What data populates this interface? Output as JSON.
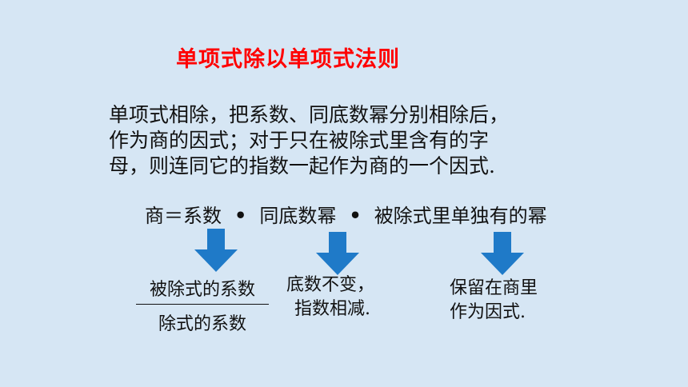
{
  "title": "单项式除以单项式法则",
  "rule": {
    "lines": [
      "单项式相除，把系数、同底数幂分别相除后，",
      "作为商的因式；对于只在被除式里含有的字",
      "母，则连同它的指数一起作为商的一个因式."
    ]
  },
  "formula": {
    "lhs": "商＝系数",
    "dot": "•",
    "part2": "同底数幂",
    "part3": "被除式里单独有的幂"
  },
  "arrows": {
    "color": "#1f7ac8",
    "icon": "down-arrow-icon"
  },
  "fraction": {
    "numerator": "被除式的系数",
    "denominator": "除式的系数"
  },
  "note_power": {
    "line1": "底数不变，",
    "line2": "指数相减."
  },
  "note_keep": {
    "line1": "保留在商里",
    "line2": "作为因式."
  }
}
